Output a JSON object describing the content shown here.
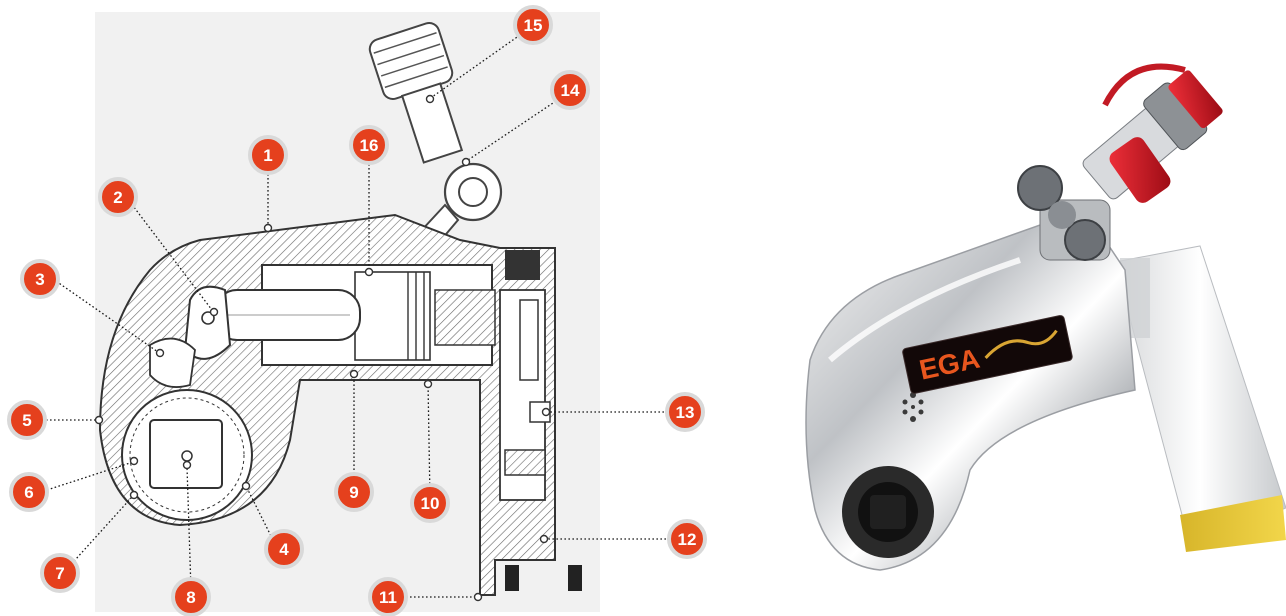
{
  "diagram": {
    "callouts": [
      {
        "id": "1",
        "label": "1"
      },
      {
        "id": "2",
        "label": "2"
      },
      {
        "id": "3",
        "label": "3"
      },
      {
        "id": "4",
        "label": "4"
      },
      {
        "id": "5",
        "label": "5"
      },
      {
        "id": "6",
        "label": "6"
      },
      {
        "id": "7",
        "label": "7"
      },
      {
        "id": "8",
        "label": "8"
      },
      {
        "id": "9",
        "label": "9"
      },
      {
        "id": "10",
        "label": "10"
      },
      {
        "id": "11",
        "label": "11"
      },
      {
        "id": "12",
        "label": "12"
      },
      {
        "id": "13",
        "label": "13"
      },
      {
        "id": "14",
        "label": "14"
      },
      {
        "id": "15",
        "label": "15"
      },
      {
        "id": "16",
        "label": "16"
      }
    ],
    "badge_color": "#e5401d",
    "badge_ring_color": "#d9d9d9"
  },
  "product_photo": {
    "brand_logo_text": "EGA"
  }
}
